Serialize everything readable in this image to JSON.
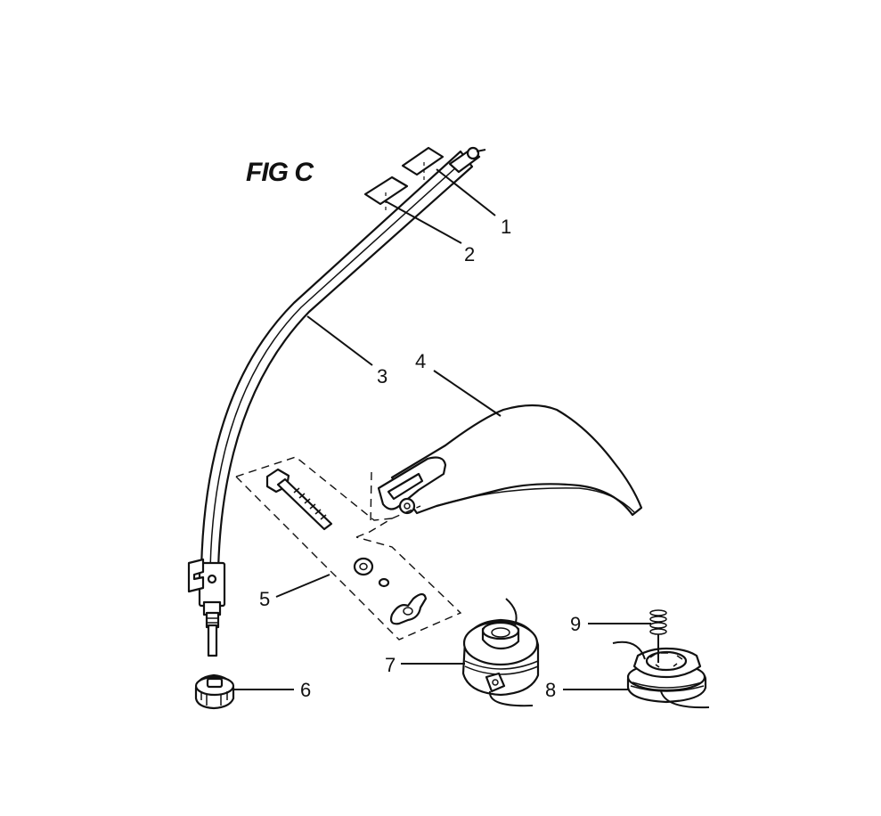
{
  "figure": {
    "title": "FIG C"
  },
  "callouts": [
    {
      "id": "1",
      "label": "1"
    },
    {
      "id": "2",
      "label": "2"
    },
    {
      "id": "3",
      "label": "3"
    },
    {
      "id": "4",
      "label": "4"
    },
    {
      "id": "5",
      "label": "5"
    },
    {
      "id": "6",
      "label": "6"
    },
    {
      "id": "7",
      "label": "7"
    },
    {
      "id": "8",
      "label": "8"
    },
    {
      "id": "9",
      "label": "9"
    }
  ]
}
